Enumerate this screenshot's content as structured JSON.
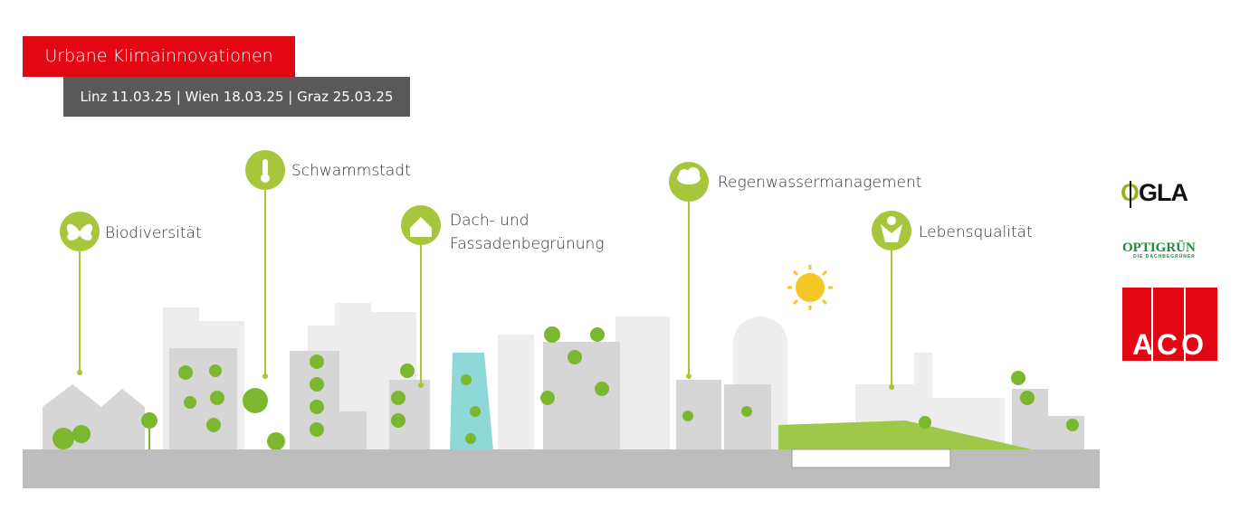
{
  "header": {
    "title": "Urbane Klimainnovationen",
    "dates": "Linz 11.03.25 | Wien 18.03.25 | Graz 25.03.25"
  },
  "topics": [
    {
      "label": "Biodiversität",
      "icon": "butterfly-icon"
    },
    {
      "label": "Schwammstadt",
      "icon": "thermometer-leaf-icon"
    },
    {
      "label_line1": "Dach- und",
      "label_line2": "Fassadenbegrünung",
      "icon": "house-leaf-icon"
    },
    {
      "label": "Regenwassermanagement",
      "icon": "rain-cloud-icon"
    },
    {
      "label": "Lebensqualität",
      "icon": "happy-person-icon"
    }
  ],
  "logos": {
    "ogla": "OGLA",
    "optigruen": "OPTIGRÜN",
    "optigruen_tagline": "DIE DACHBEGRÜNER",
    "aco": "ACO"
  },
  "colors": {
    "brand_red": "#e30613",
    "dark_grey": "#595959",
    "topic_green": "#a8c63c",
    "building_grey": "#d9d9d9",
    "ground_grey": "#bdbdbd"
  }
}
